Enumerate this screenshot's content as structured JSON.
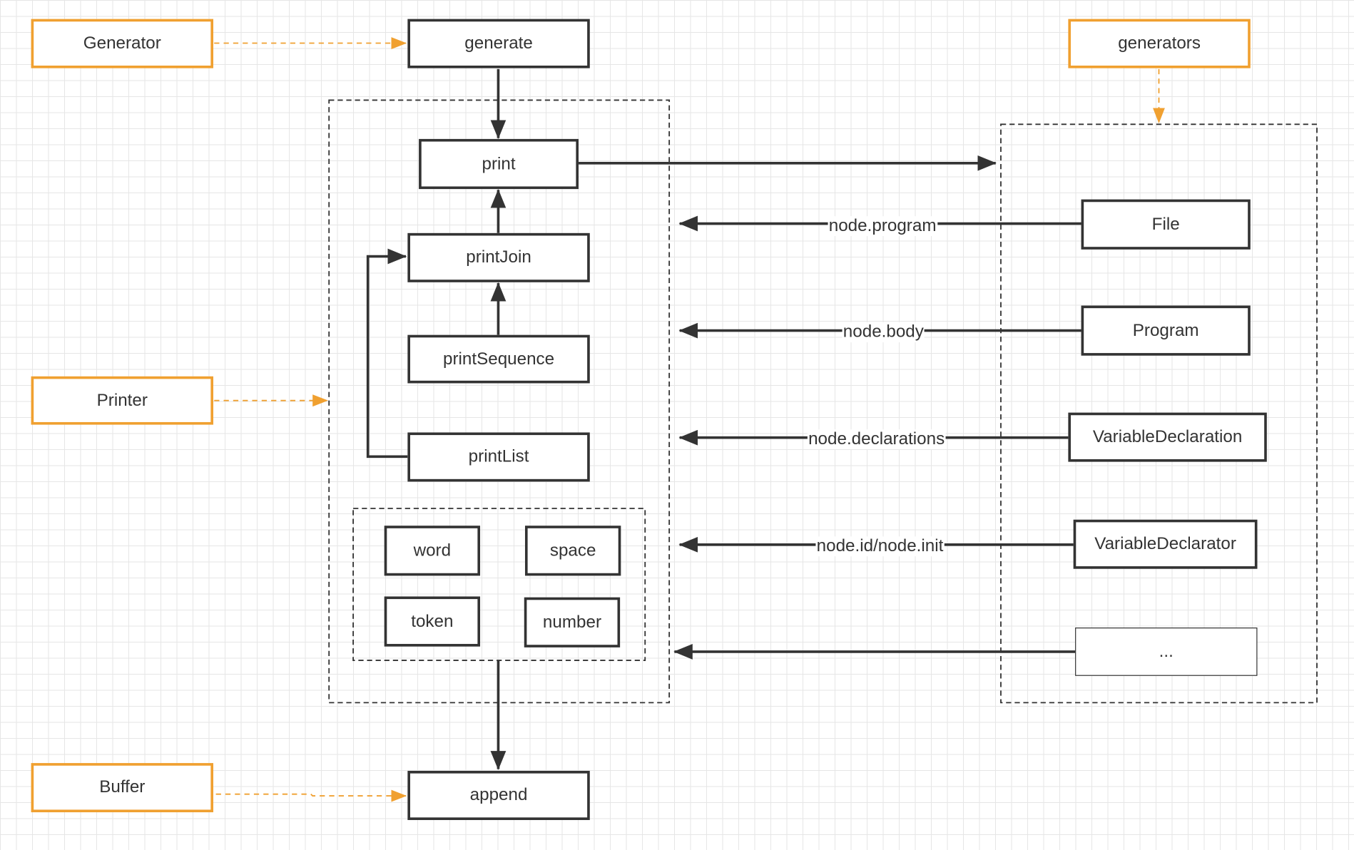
{
  "classes": {
    "generator": "Generator",
    "printer": "Printer",
    "buffer": "Buffer",
    "generators": "generators"
  },
  "methods": {
    "generate": "generate",
    "print": "print",
    "printJoin": "printJoin",
    "printSequence": "printSequence",
    "printList": "printList",
    "word": "word",
    "space": "space",
    "token": "token",
    "number": "number",
    "append": "append"
  },
  "nodes": {
    "file": "File",
    "program": "Program",
    "variableDeclaration": "VariableDeclaration",
    "variableDeclarator": "VariableDeclarator",
    "more": "..."
  },
  "edges": {
    "file": "node.program",
    "program": "node.body",
    "variableDeclaration": "node.declarations",
    "variableDeclarator": "node.id/node.init"
  },
  "colors": {
    "box_border": "#333333",
    "class_border": "#f0a030",
    "grid": "#e6e6e6",
    "background": "#ffffff"
  }
}
